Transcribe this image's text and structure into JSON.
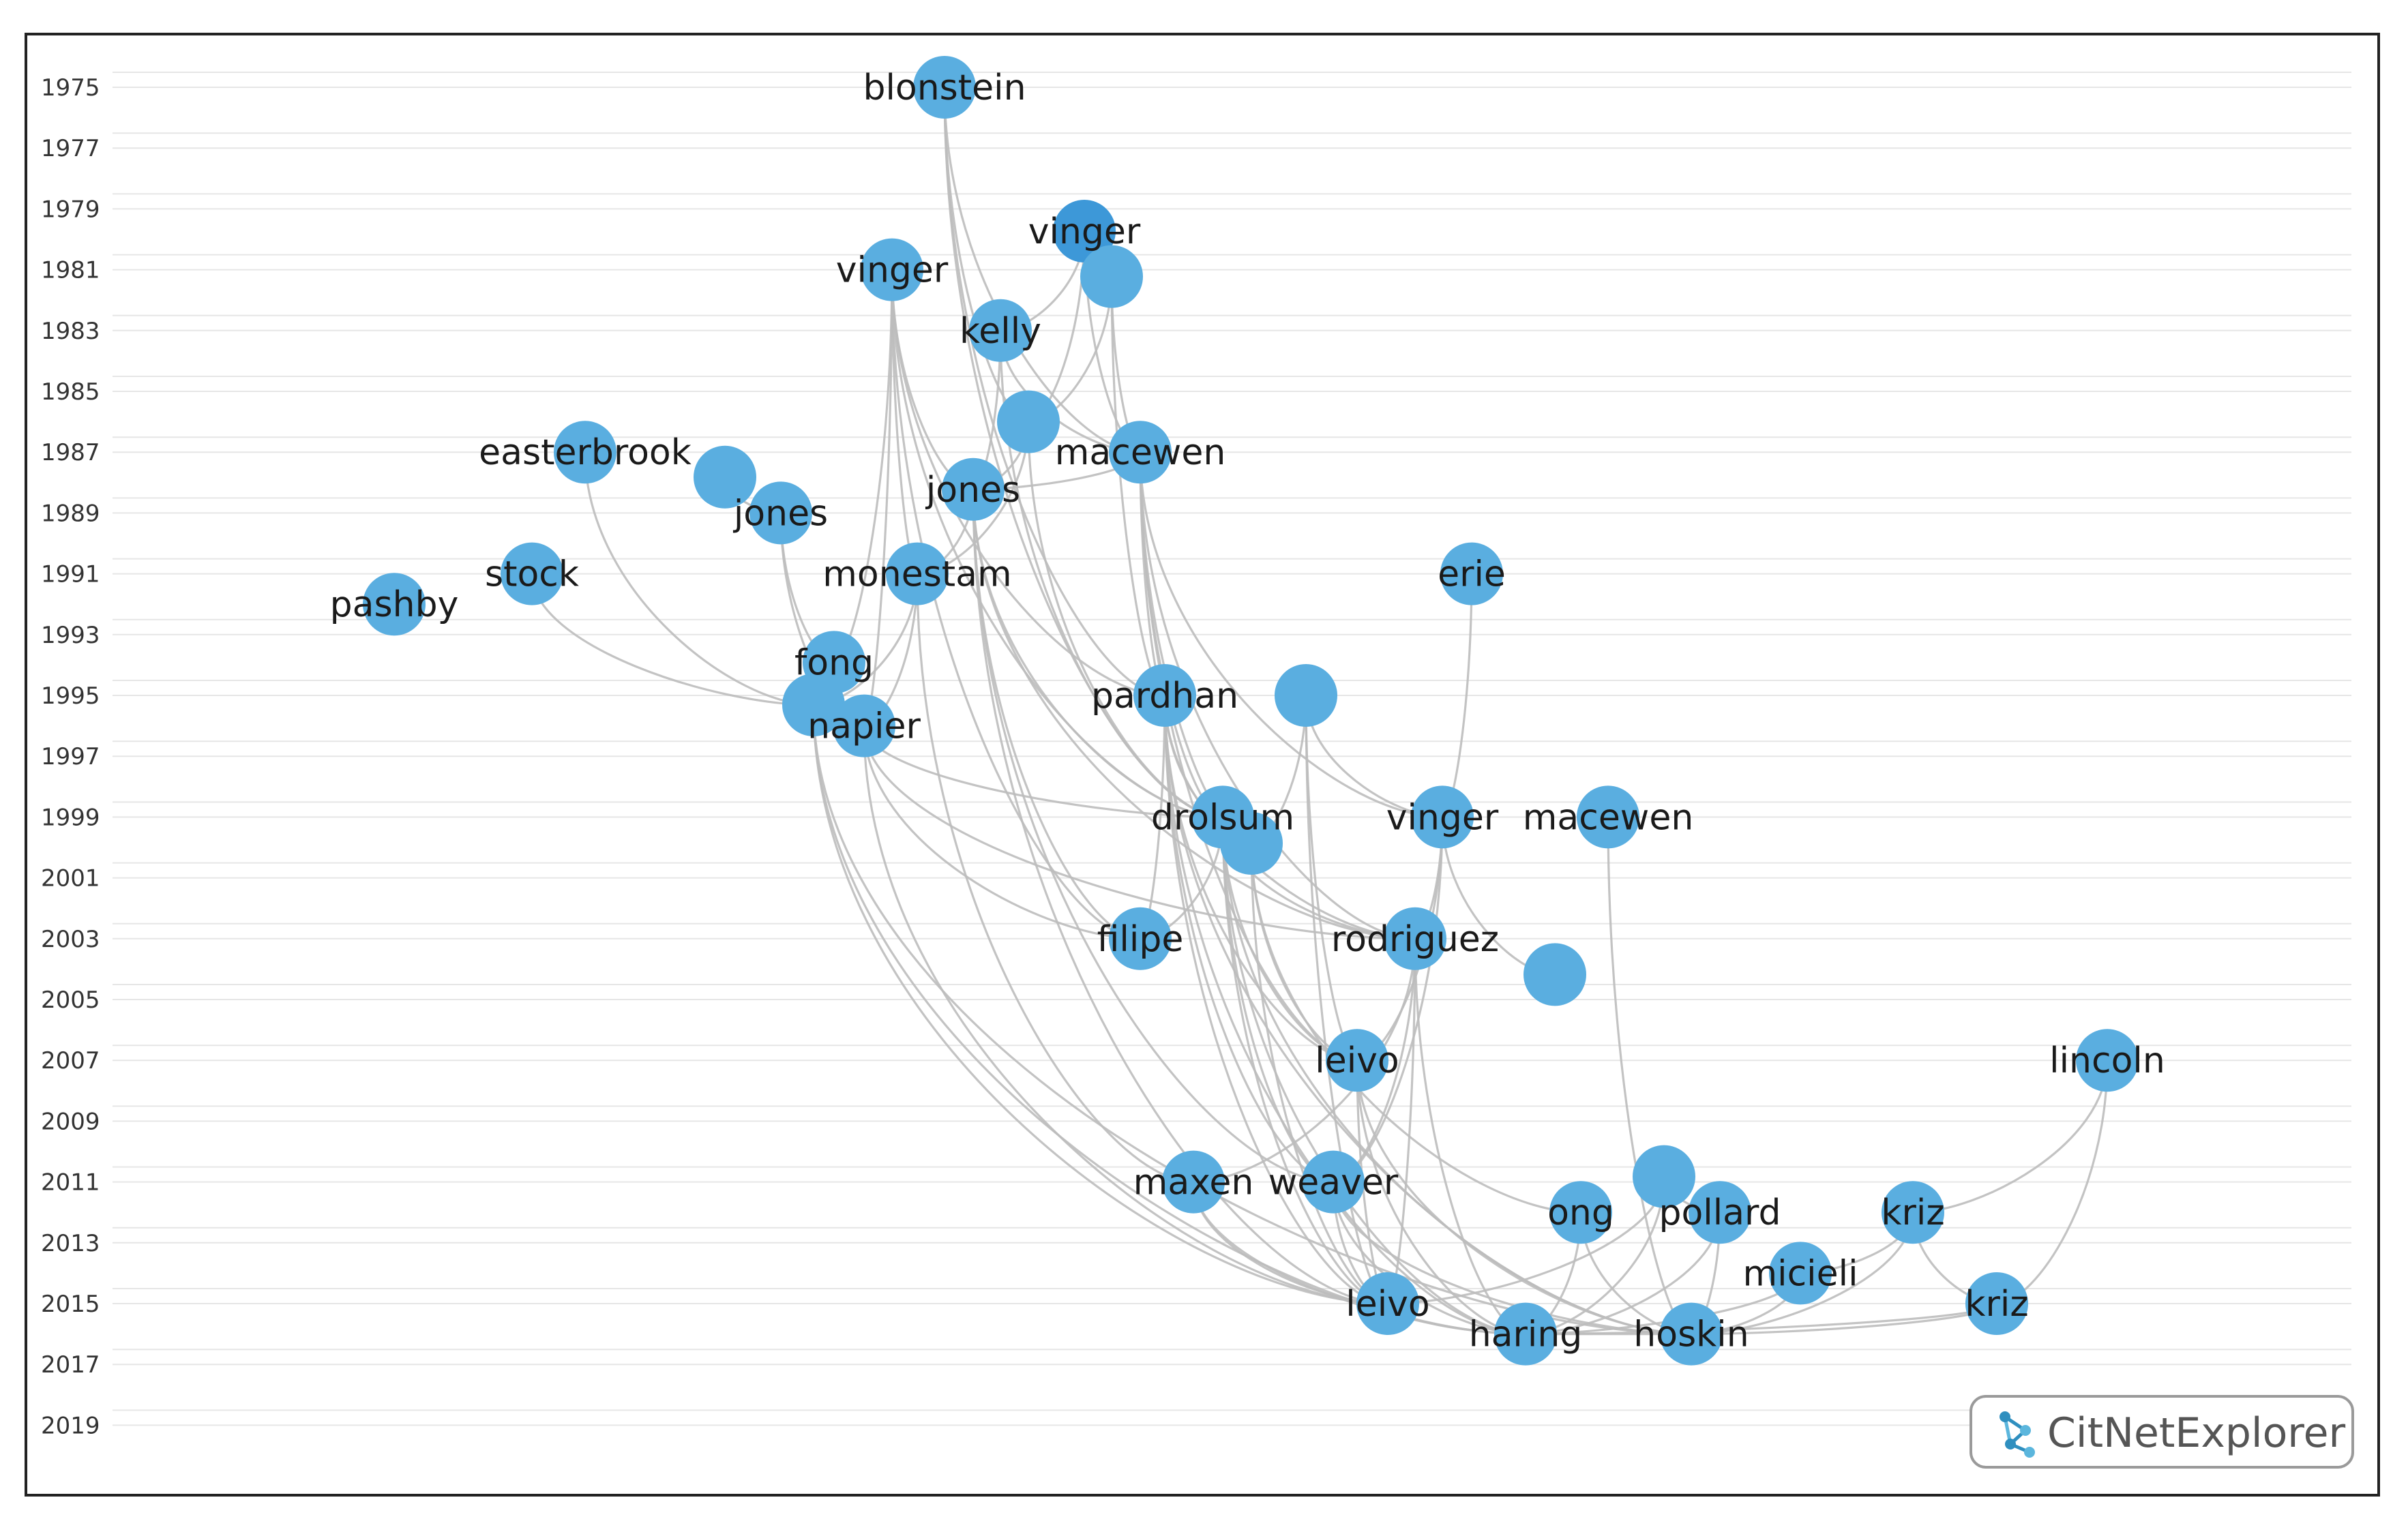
{
  "years": [
    "1975",
    "1977",
    "1979",
    "1981",
    "1983",
    "1985",
    "1987",
    "1989",
    "1991",
    "1993",
    "1995",
    "1997",
    "1999",
    "2001",
    "2003",
    "2005",
    "2007",
    "2009",
    "2011",
    "2013",
    "2015",
    "2017",
    "2019"
  ],
  "nodes": [
    {
      "id": "n1",
      "label": "blonstein",
      "year": 1975
    },
    {
      "id": "n2",
      "label": "vinger",
      "year": 1981
    },
    {
      "id": "n3",
      "label": "vinger",
      "year": 1980
    },
    {
      "id": "n4",
      "label": "",
      "year": 1981
    },
    {
      "id": "n5",
      "label": "kelly",
      "year": 1983
    },
    {
      "id": "n6",
      "label": "",
      "year": 1986
    },
    {
      "id": "n7",
      "label": "easterbrook",
      "year": 1987
    },
    {
      "id": "n8",
      "label": "macewen",
      "year": 1987
    },
    {
      "id": "n9",
      "label": "",
      "year": 1988
    },
    {
      "id": "n10",
      "label": "jones",
      "year": 1988
    },
    {
      "id": "n11",
      "label": "jones",
      "year": 1989
    },
    {
      "id": "n12",
      "label": "stock",
      "year": 1991
    },
    {
      "id": "n13",
      "label": "monestam",
      "year": 1991
    },
    {
      "id": "n14",
      "label": "erie",
      "year": 1991
    },
    {
      "id": "n15",
      "label": "pashby",
      "year": 1992
    },
    {
      "id": "n16",
      "label": "fong",
      "year": 1994
    },
    {
      "id": "n17",
      "label": "",
      "year": 1995
    },
    {
      "id": "n18",
      "label": "napier",
      "year": 1996
    },
    {
      "id": "n19",
      "label": "pardhan",
      "year": 1995
    },
    {
      "id": "n20",
      "label": "",
      "year": 1995
    },
    {
      "id": "n21",
      "label": "drolsum",
      "year": 1999
    },
    {
      "id": "n22",
      "label": "",
      "year": 2000
    },
    {
      "id": "n23",
      "label": "vinger",
      "year": 1999
    },
    {
      "id": "n24",
      "label": "macewen",
      "year": 1999
    },
    {
      "id": "n25",
      "label": "filipe",
      "year": 2003
    },
    {
      "id": "n26",
      "label": "rodriguez",
      "year": 2003
    },
    {
      "id": "n27",
      "label": "",
      "year": 2004
    },
    {
      "id": "n28",
      "label": "leivo",
      "year": 2007
    },
    {
      "id": "n29",
      "label": "lincoln",
      "year": 2007
    },
    {
      "id": "n30",
      "label": "maxen",
      "year": 2011
    },
    {
      "id": "n31",
      "label": "weaver",
      "year": 2011
    },
    {
      "id": "n32",
      "label": "",
      "year": 2011
    },
    {
      "id": "n33",
      "label": "ong",
      "year": 2012
    },
    {
      "id": "n34",
      "label": "pollard",
      "year": 2012
    },
    {
      "id": "n35",
      "label": "kriz",
      "year": 2012
    },
    {
      "id": "n36",
      "label": "micieli",
      "year": 2014
    },
    {
      "id": "n37",
      "label": "leivo",
      "year": 2015
    },
    {
      "id": "n38",
      "label": "kriz",
      "year": 2015
    },
    {
      "id": "n39",
      "label": "haring",
      "year": 2016
    },
    {
      "id": "n40",
      "label": "hoskin",
      "year": 2016
    }
  ],
  "edges": [
    [
      "n1",
      "n6"
    ],
    [
      "n1",
      "n19"
    ],
    [
      "n1",
      "n21"
    ],
    [
      "n1",
      "n8"
    ],
    [
      "n2",
      "n10"
    ],
    [
      "n2",
      "n13"
    ],
    [
      "n2",
      "n18"
    ],
    [
      "n2",
      "n19"
    ],
    [
      "n2",
      "n21"
    ],
    [
      "n2",
      "n25"
    ],
    [
      "n2",
      "n16"
    ],
    [
      "n3",
      "n5"
    ],
    [
      "n3",
      "n6"
    ],
    [
      "n3",
      "n8"
    ],
    [
      "n4",
      "n6"
    ],
    [
      "n4",
      "n8"
    ],
    [
      "n4",
      "n19"
    ],
    [
      "n5",
      "n8"
    ],
    [
      "n5",
      "n10"
    ],
    [
      "n5",
      "n21"
    ],
    [
      "n6",
      "n10"
    ],
    [
      "n6",
      "n13"
    ],
    [
      "n6",
      "n21"
    ],
    [
      "n7",
      "n17"
    ],
    [
      "n8",
      "n10"
    ],
    [
      "n8",
      "n19"
    ],
    [
      "n8",
      "n21"
    ],
    [
      "n8",
      "n26"
    ],
    [
      "n8",
      "n28"
    ],
    [
      "n8",
      "n23"
    ],
    [
      "n8",
      "n22"
    ],
    [
      "n9",
      "n11"
    ],
    [
      "n10",
      "n13"
    ],
    [
      "n10",
      "n25"
    ],
    [
      "n10",
      "n21"
    ],
    [
      "n10",
      "n26"
    ],
    [
      "n10",
      "n31"
    ],
    [
      "n10",
      "n37"
    ],
    [
      "n11",
      "n16"
    ],
    [
      "n11",
      "n18"
    ],
    [
      "n12",
      "n17"
    ],
    [
      "n13",
      "n18"
    ],
    [
      "n13",
      "n17"
    ],
    [
      "n13",
      "n30"
    ],
    [
      "n14",
      "n23"
    ],
    [
      "n17",
      "n37"
    ],
    [
      "n17",
      "n39"
    ],
    [
      "n17",
      "n40"
    ],
    [
      "n18",
      "n21"
    ],
    [
      "n18",
      "n25"
    ],
    [
      "n18",
      "n26"
    ],
    [
      "n18",
      "n37"
    ],
    [
      "n19",
      "n21"
    ],
    [
      "n19",
      "n26"
    ],
    [
      "n19",
      "n28"
    ],
    [
      "n19",
      "n37"
    ],
    [
      "n19",
      "n39"
    ],
    [
      "n19",
      "n25"
    ],
    [
      "n19",
      "n31"
    ],
    [
      "n19",
      "n40"
    ],
    [
      "n20",
      "n23"
    ],
    [
      "n20",
      "n28"
    ],
    [
      "n20",
      "n22"
    ],
    [
      "n20",
      "n37"
    ],
    [
      "n21",
      "n26"
    ],
    [
      "n21",
      "n28"
    ],
    [
      "n21",
      "n31"
    ],
    [
      "n21",
      "n37"
    ],
    [
      "n21",
      "n39"
    ],
    [
      "n21",
      "n40"
    ],
    [
      "n21",
      "n25"
    ],
    [
      "n22",
      "n28"
    ],
    [
      "n22",
      "n33"
    ],
    [
      "n22",
      "n37"
    ],
    [
      "n23",
      "n26"
    ],
    [
      "n23",
      "n27"
    ],
    [
      "n23",
      "n28"
    ],
    [
      "n23",
      "n31"
    ],
    [
      "n24",
      "n40"
    ],
    [
      "n26",
      "n37"
    ],
    [
      "n26",
      "n30"
    ],
    [
      "n26",
      "n31"
    ],
    [
      "n26",
      "n39"
    ],
    [
      "n28",
      "n37"
    ],
    [
      "n28",
      "n39"
    ],
    [
      "n28",
      "n40"
    ],
    [
      "n29",
      "n35"
    ],
    [
      "n29",
      "n38"
    ],
    [
      "n30",
      "n37"
    ],
    [
      "n30",
      "n39"
    ],
    [
      "n31",
      "n37"
    ],
    [
      "n31",
      "n39"
    ],
    [
      "n31",
      "n40"
    ],
    [
      "n32",
      "n34"
    ],
    [
      "n32",
      "n39"
    ],
    [
      "n32",
      "n37"
    ],
    [
      "n33",
      "n40"
    ],
    [
      "n33",
      "n39"
    ],
    [
      "n34",
      "n40"
    ],
    [
      "n34",
      "n39"
    ],
    [
      "n35",
      "n36"
    ],
    [
      "n35",
      "n38"
    ],
    [
      "n35",
      "n40"
    ],
    [
      "n36",
      "n40"
    ],
    [
      "n36",
      "n39"
    ],
    [
      "n38",
      "n40"
    ],
    [
      "n38",
      "n39"
    ],
    [
      "n37",
      "n39"
    ],
    [
      "n39",
      "n40"
    ]
  ],
  "branding": {
    "logo_text": "CitNetExplorer",
    "logo_icon": "network-graph-icon"
  },
  "colors": {
    "node": "#5aaee0",
    "node_dark": "#3d98d8",
    "edge": "#bdbdbd",
    "grid": "#e6e6e6",
    "frame": "#222222"
  }
}
